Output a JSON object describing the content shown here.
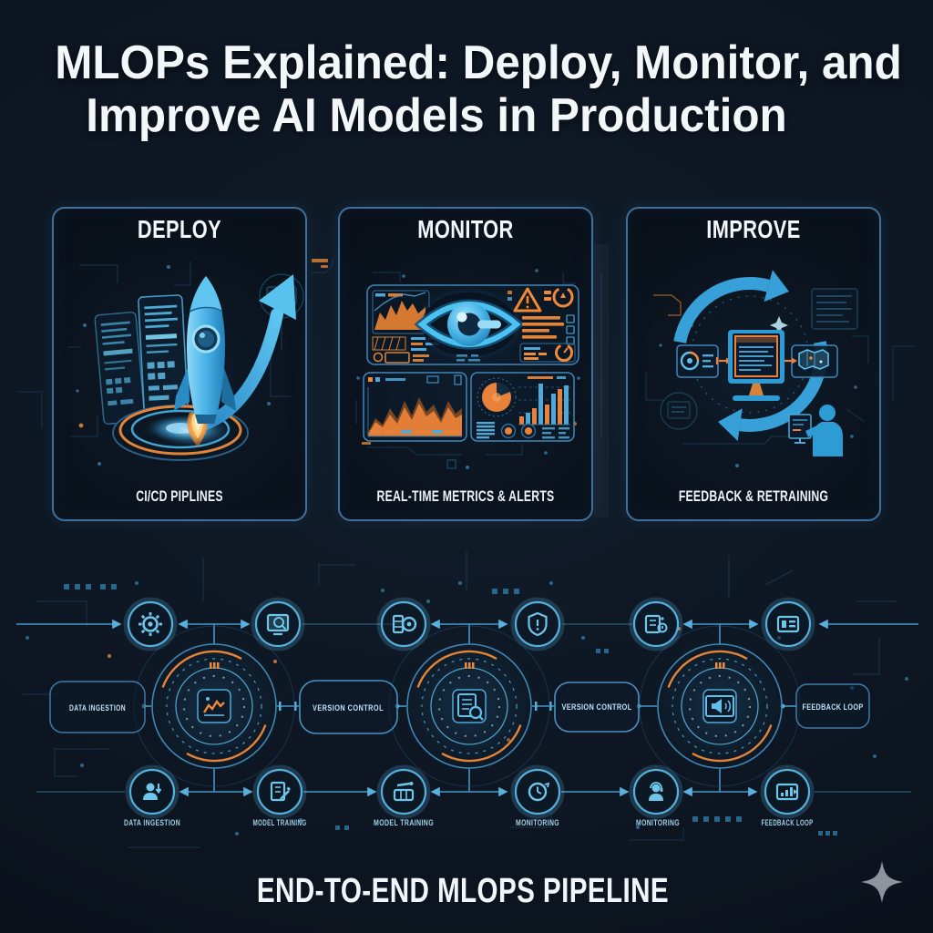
{
  "title": {
    "line1": "MLOPs Explained: Deploy, Monitor, and",
    "line2": "Improve AI Models in Production"
  },
  "cards": [
    {
      "title": "DEPLOY",
      "caption": "CI/CD PIPLINES",
      "illustration": "rocket launching from circular pad with upward curved arrow and holographic code panels"
    },
    {
      "title": "MONITOR",
      "caption": "REAL-TIME METRICS & ALERTS",
      "illustration": "glowing eye over dashboards with orange area charts, alert triangle, pie chart and bar chart"
    },
    {
      "title": "IMPROVE",
      "caption": "FEEDBACK & RETRAINING",
      "illustration": "circular retraining loop arrows around a monitor, side panels and person at a screen"
    }
  ],
  "pipeline": {
    "stage_labels": [
      {
        "label": "DATA INGESTION"
      },
      {
        "label": "VERSION CONTROL"
      },
      {
        "label": "VERSION CONTROL"
      },
      {
        "label": "FEEDBACK LOOP"
      }
    ],
    "node_labels": [
      {
        "label": "DATA INGESTION"
      },
      {
        "label": "MODEL TRAINING"
      },
      {
        "label": "MODEL TRAINING"
      },
      {
        "label": "MONITORING"
      },
      {
        "label": "MONITORING"
      },
      {
        "label": "FEEDBACK LOOP"
      }
    ],
    "top_icons": [
      "gear",
      "monitor-search",
      "database",
      "shield",
      "device-alert",
      "flag-panel"
    ],
    "bottom_icons": [
      "user-ingest",
      "document-edit",
      "toolbox",
      "clock",
      "operator",
      "chart-speaker"
    ],
    "hub_icons": [
      "chart-panel",
      "document-search",
      "screen-megaphone"
    ]
  },
  "footer": {
    "caption": "END-TO-END MLOPS PIPELINE"
  },
  "colors": {
    "background": "#0d1622",
    "card_border": "#41719b",
    "accent_blue": "#45ace2",
    "accent_blue_light": "#8fd6f7",
    "accent_orange": "#ec8438",
    "text_white": "#f3f7fa",
    "label_blue": "#9fcfe8",
    "sparkle_gray": "#9aa0a8"
  }
}
